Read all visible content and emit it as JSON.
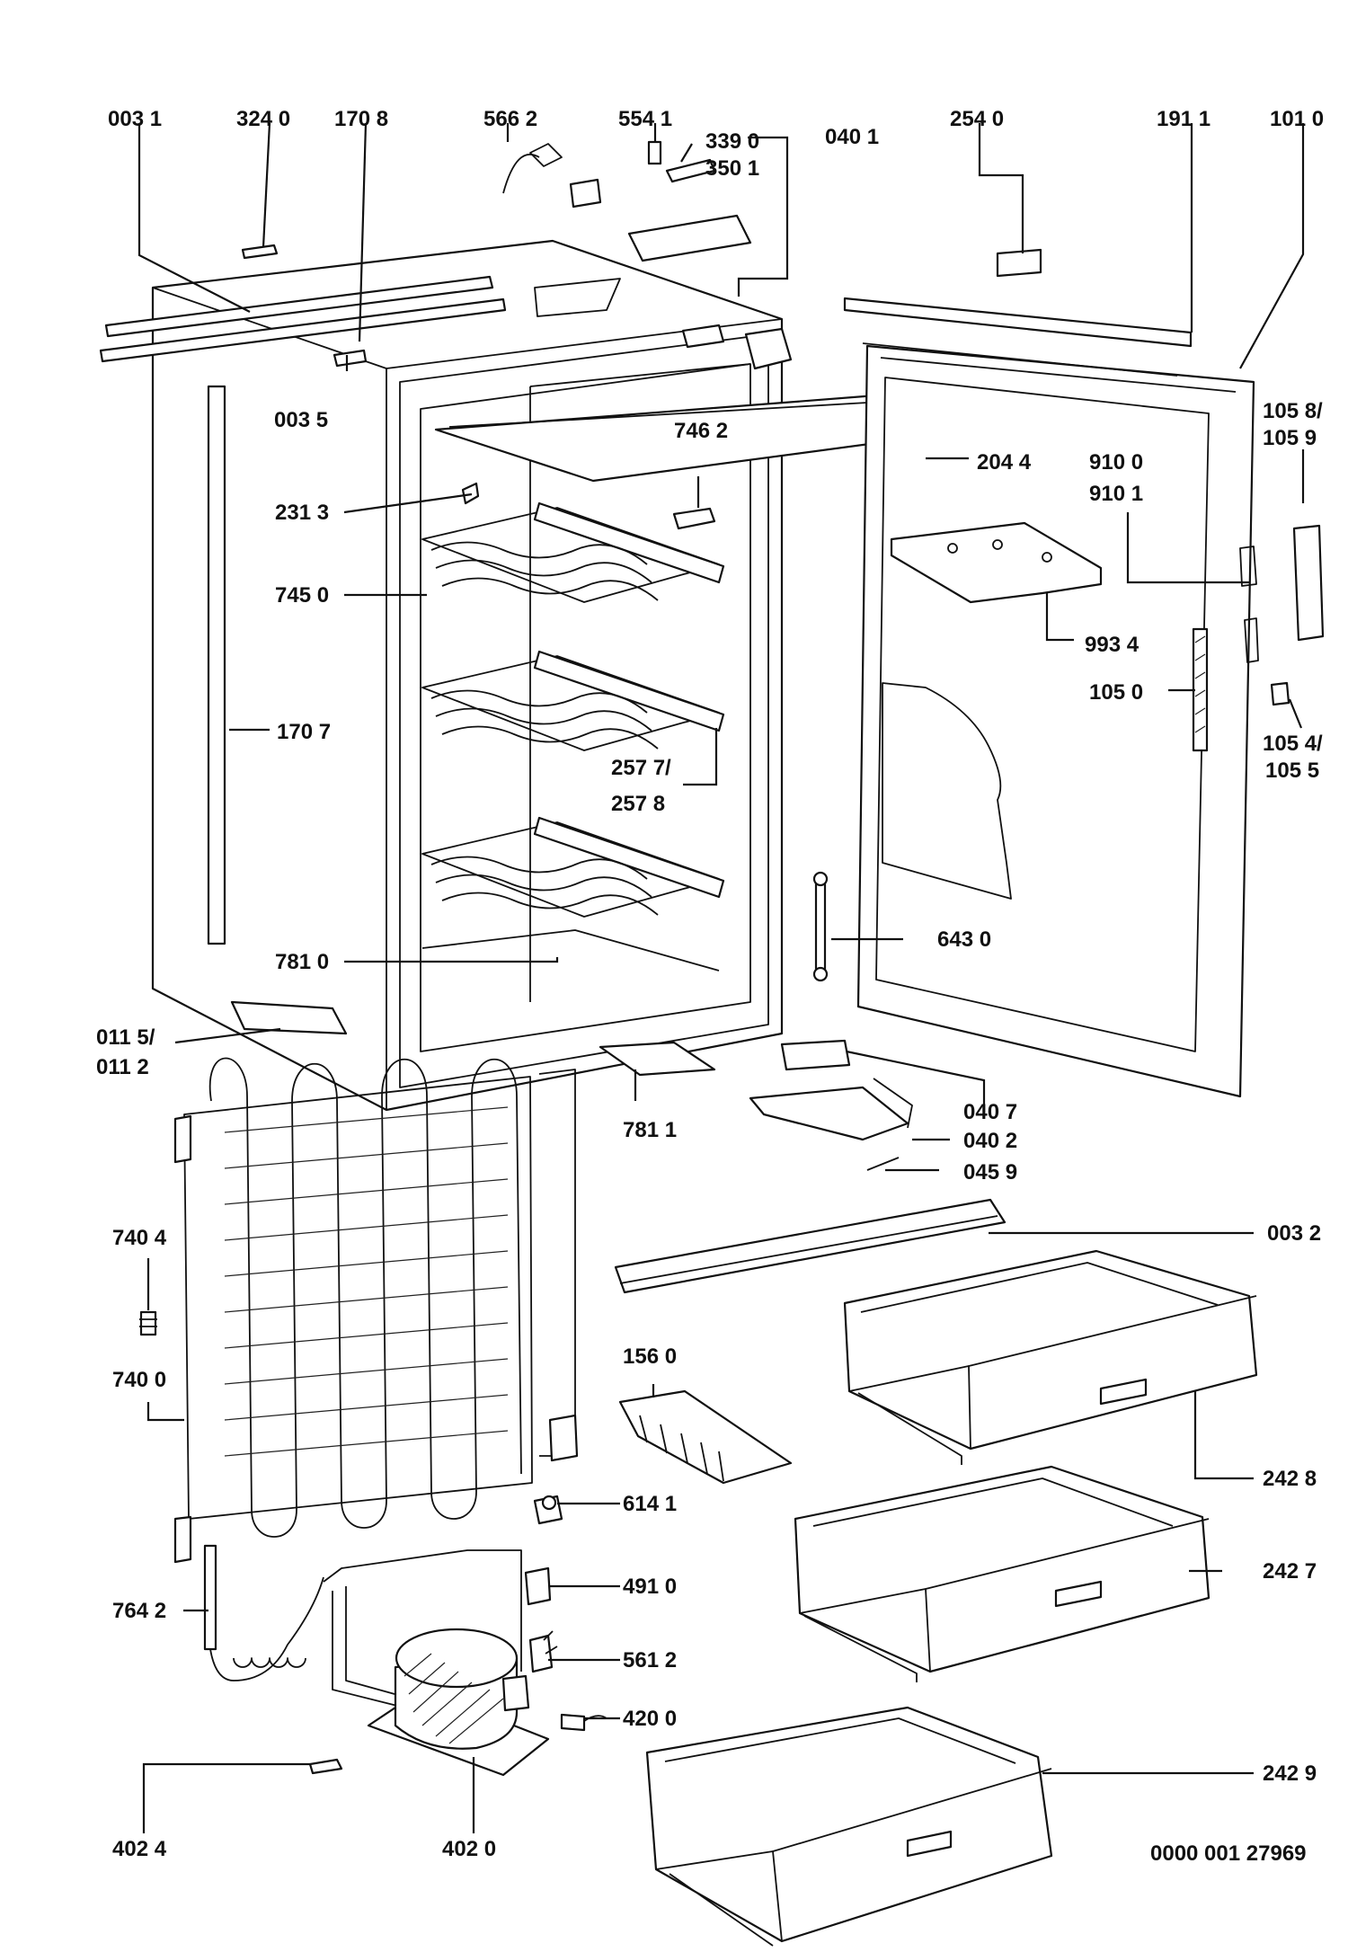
{
  "labels": {
    "l_0031": "003 1",
    "l_3240": "324 0",
    "l_1708": "170 8",
    "l_5662": "566 2",
    "l_5541": "554 1",
    "l_3390": "339 0",
    "l_3501": "350 1",
    "l_0401": "040 1",
    "l_2540": "254 0",
    "l_1911": "191 1",
    "l_1010": "101 0",
    "l_0035": "003 5",
    "l_7462": "746 2",
    "l_2044": "204 4",
    "l_9100": "910 0",
    "l_9101": "910 1",
    "l_1058": "105 8/",
    "l_1059": "105 9",
    "l_2313": "231 3",
    "l_7450": "745 0",
    "l_9934": "993 4",
    "l_1050": "105 0",
    "l_1707": "170 7",
    "l_2577": "257 7/",
    "l_2578": "257 8",
    "l_1054": "105 4/",
    "l_1055": "105 5",
    "l_6430": "643 0",
    "l_7810": "781 0",
    "l_0115": "011 5/",
    "l_0112": "011 2",
    "l_7811": "781 1",
    "l_0407": "040 7",
    "l_0402": "040 2",
    "l_0459": "045 9",
    "l_0032": "003 2",
    "l_7404": "740 4",
    "l_7400": "740 0",
    "l_1560": "156 0",
    "l_2428": "242 8",
    "l_6141": "614 1",
    "l_4910": "491 0",
    "l_2427": "242 7",
    "l_7642": "764 2",
    "l_5612": "561 2",
    "l_4200": "420 0",
    "l_2429": "242 9",
    "l_4024": "402 4",
    "l_4020": "402 0",
    "drawing_number": "0000 001 27969"
  }
}
